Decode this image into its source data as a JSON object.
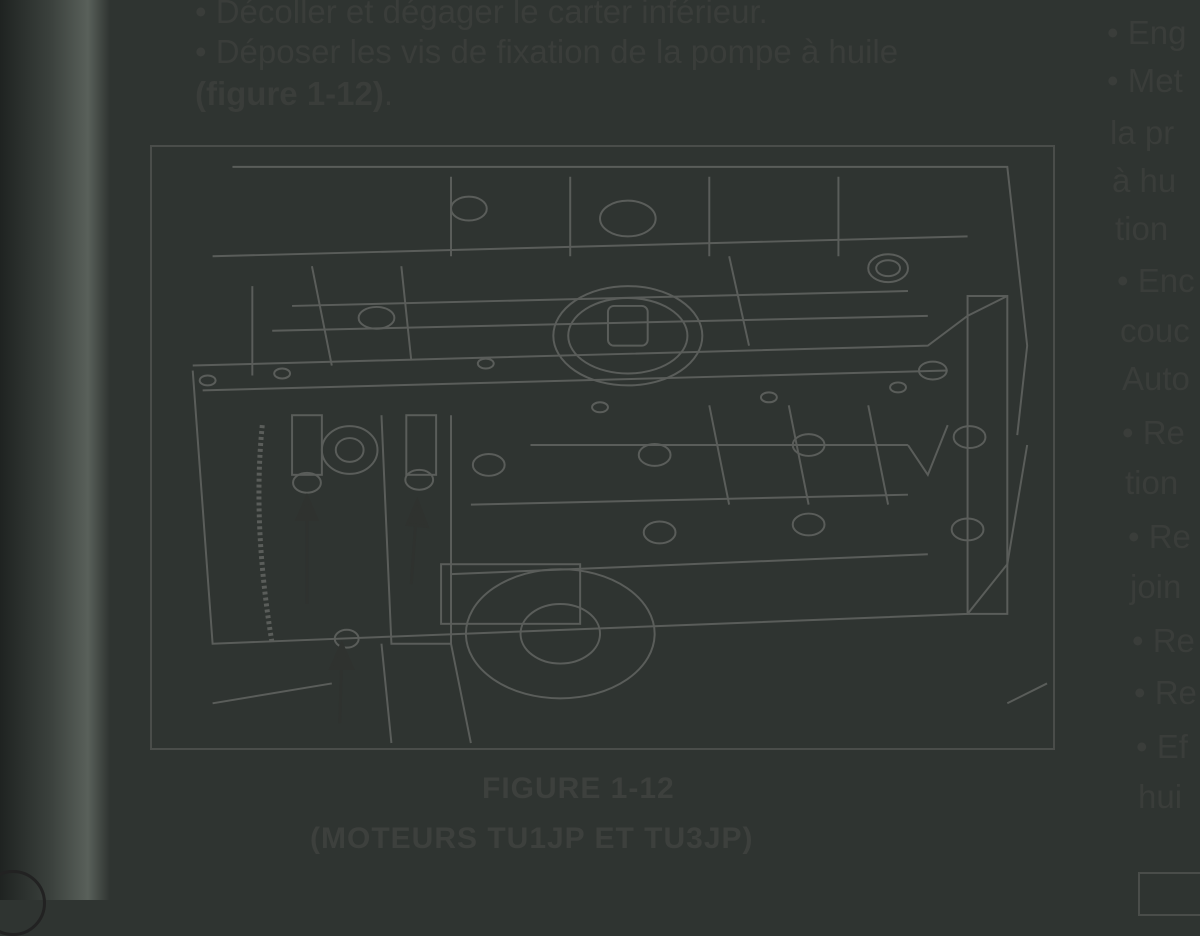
{
  "document": {
    "lines": [
      "• Décoller et dégager le carter inférieur.",
      "• Déposer les vis de fixation de la pompe à huile"
    ],
    "figure_ref": "(figure 1-12)",
    "figure_ref_suffix": "."
  },
  "figure": {
    "caption_title": "FIGURE 1-12",
    "caption_subtitle": "(MOTEURS TU1JP ET TU3JP)",
    "arrow_count": 3
  },
  "right_column": {
    "fragments": [
      "• Eng",
      "• Met",
      "la pr",
      "à hu",
      "tion",
      "• Enc",
      "couc",
      "Auto",
      "• Re",
      "tion",
      "• Re",
      "join",
      "• Re",
      "• Re",
      "• Ef",
      "hui"
    ]
  }
}
